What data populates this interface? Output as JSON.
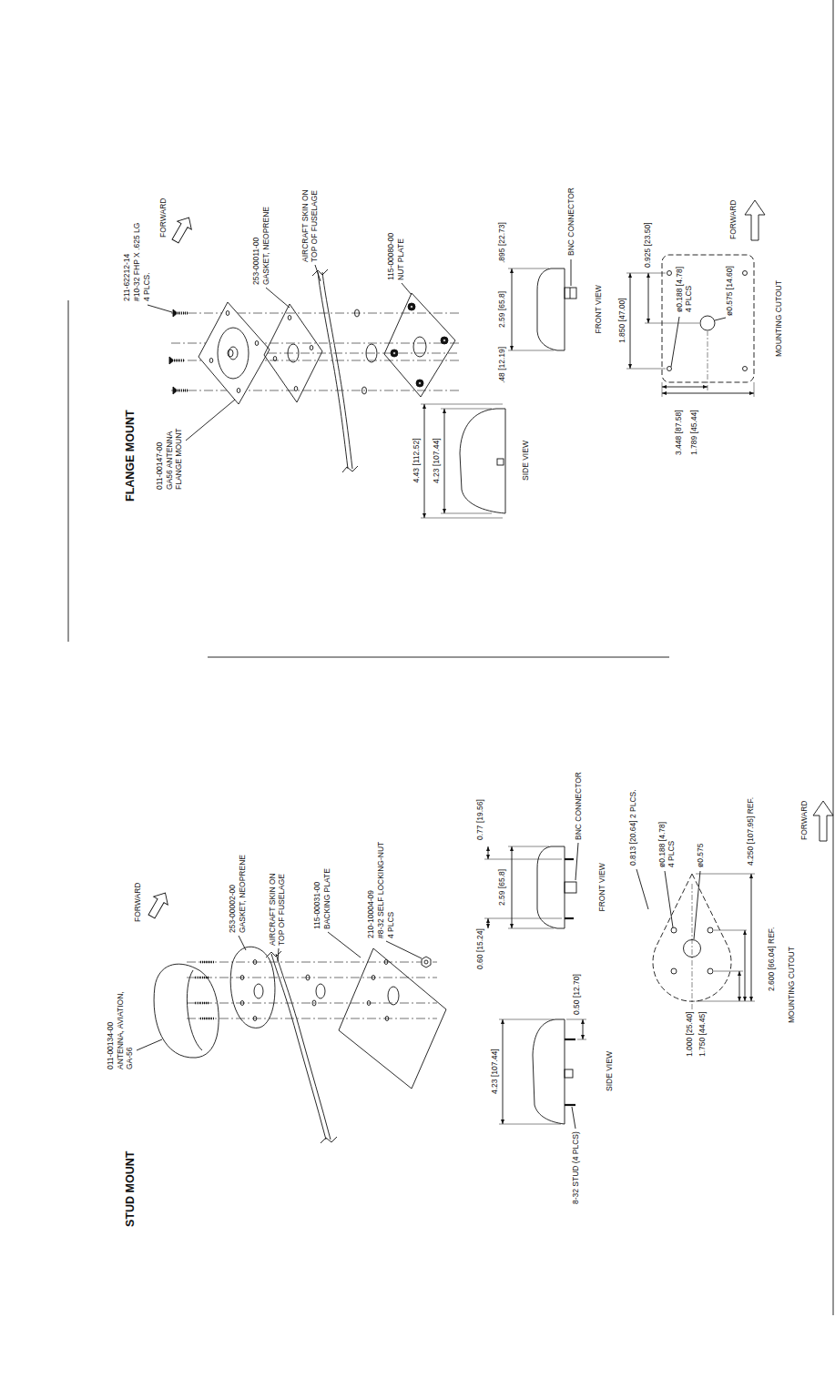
{
  "diagram": {
    "labels": [
      "FLANGE MOUNT",
      "211-62212-14",
      "#10-32 FHP X .625 LG",
      "4 PLCS.",
      "FORWARD",
      "011-00147-00",
      "GA56 ANTENNA FLANGE MOUNT",
      "253-00011-00",
      "GASKET, NEOPRENE",
      "AIRCRAFT SKIN ON TOP OF FUSELAGE",
      "115-00080-00",
      "NUT PLATE",
      ".48 [12.19]",
      "2.59 [65.8]",
      ".895 [22.73]",
      "BNC CONNECTOR",
      "FRONT VIEW",
      "4.43 [112.52]",
      "4.23 [107.44]",
      "SIDE VIEW",
      "1.850 [47.00]",
      "0.925 [23.50]",
      "ø0.188 [4.78] 4 PLCS",
      "ø0.575 [14.60]",
      "3.448 [87.58]",
      "1.789 [45.44]",
      "MOUNTING CUTOUT",
      "FORWARD",
      "STUD MOUNT",
      "011-00134-00",
      "ANTENNA, AVIATION, GA-56",
      "FORWARD",
      "253-00002-00",
      "GASKET, NEOPRENE",
      "AIRCRAFT SKIN ON TOP OF FUSELAGE",
      "115-00031-00",
      "BACKING PLATE",
      "210-10004-09",
      "#8-32 SELF LOCKING-NUT",
      "4 PLCS",
      "0.60 [15.24]",
      "2.59 [65.8]",
      "0.77 [19.56]",
      "BNC CONNECTOR",
      "FRONT VIEW",
      "4.23 [107.44]",
      "0.50 [12.70]",
      "8-32 STUD (4 PLCS)",
      "SIDE VIEW",
      "FORWARD",
      "0.813 [20.64] 2 PLCS.",
      "ø0.188 [4.78] 4 PLCS",
      "ø0.575",
      "4.250 [107.95] REF.",
      "2.600 [66.04] REF.",
      "1.000 [25.40]",
      "1.750 [44.45]",
      "MOUNTING CUTOUT"
    ]
  }
}
